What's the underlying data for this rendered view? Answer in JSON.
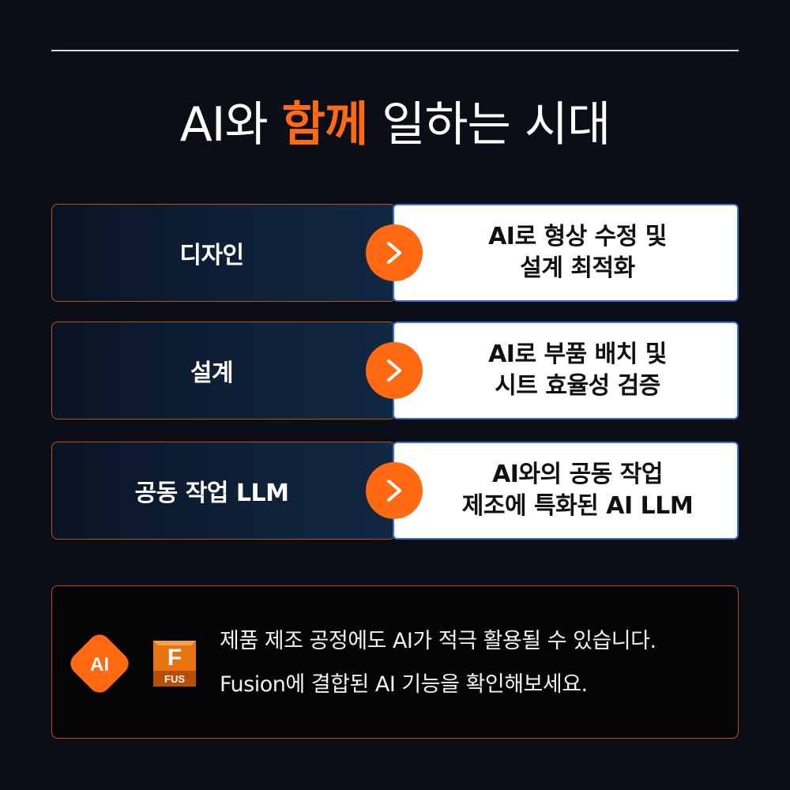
{
  "headline": {
    "prefix": "AI와 ",
    "accent": "함께",
    "suffix": " 일하는 시대"
  },
  "colors": {
    "accent": "#ff6a13",
    "background": "#0b0e16",
    "card_border": "#b3561c",
    "right_card_border": "#3b6fd0"
  },
  "rows": [
    {
      "label": "디자인",
      "description_line1": "AI로 형상 수정 및",
      "description_line2": "설계 최적화",
      "icon": "chevron-right-icon"
    },
    {
      "label": "설계",
      "description_line1": "AI로 부품 배치 및",
      "description_line2": "시트 효율성 검증",
      "icon": "chevron-right-icon"
    },
    {
      "label": "공동 작업 LLM",
      "description_line1": "AI와의 공동 작업",
      "description_line2": "제조에 특화된 AI LLM",
      "icon": "chevron-right-icon"
    }
  ],
  "info": {
    "ai_badge_label": "AI",
    "fus_logo_letter": "F",
    "fus_logo_label": "FUS",
    "line1": "제품 제조 공정에도 AI가 적극 활용될 수 있습니다.",
    "line2": "Fusion에 결합된 AI 기능을 확인해보세요."
  }
}
